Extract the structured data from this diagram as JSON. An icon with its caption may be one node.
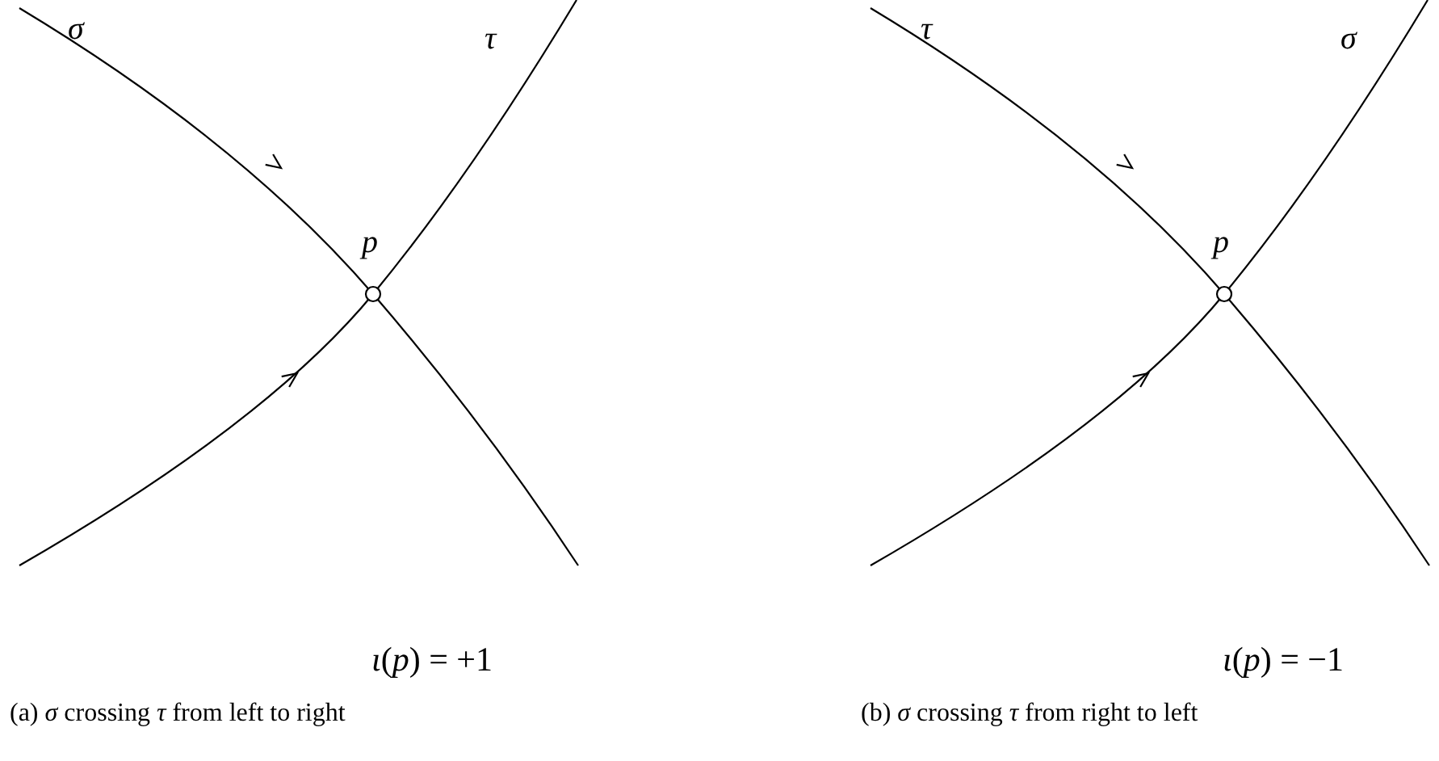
{
  "diagram": {
    "labels": [
      "*σ*",
      "*τ*",
      "*τ*",
      "*σ*",
      "*p*",
      "*p*",
      "*ι*(*p*) = +1",
      "*ι*(*p*) = −1",
      "(a) *σ* crossing *τ* from left to right",
      "(b) *σ* crossing *τ* from right to left"
    ]
  }
}
